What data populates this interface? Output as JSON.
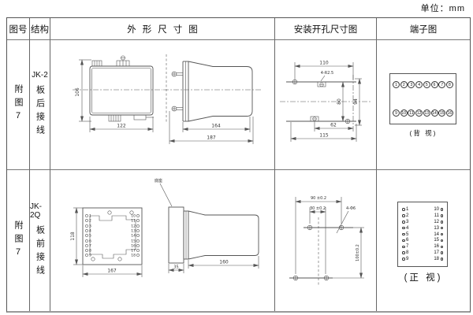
{
  "unit_label": "单位：mm",
  "header": {
    "figure": "图号",
    "structure": "结构",
    "outline": "外形尺寸图",
    "mounting": "安装开孔尺寸图",
    "terminal": "端子图"
  },
  "rows": [
    {
      "figure": "附图7",
      "model": "JK-2",
      "wiring": "板后接线",
      "outline_dims": {
        "height": "106",
        "width": "122",
        "body_depth": "164",
        "total_depth": "187"
      },
      "mounting_dims": {
        "hole_span": "110",
        "hole_note": "4-R2.5",
        "inner_height": "80",
        "outer_height": "94",
        "inner_width": "62",
        "outer_width": "115"
      },
      "terminals": {
        "top": [
          "1",
          "2",
          "3",
          "4",
          "5",
          "6",
          "7",
          "8"
        ],
        "bottom": [
          "9",
          "10",
          "11",
          "12",
          "13",
          "14",
          "15",
          "16"
        ],
        "caption": "(背 视)"
      }
    },
    {
      "figure": "附图7",
      "model": "JK-2Q",
      "wiring": "板前接线",
      "outline_dims": {
        "height": "118",
        "width": "167",
        "base_depth": "35",
        "body_depth": "160",
        "base_label": "底座"
      },
      "mounting_dims": {
        "hole_span": "90 ±0.2",
        "inner_span": "30 ±0.2",
        "hole_note": "4-Φ6",
        "vertical_span": "100±0.2"
      },
      "terminals": {
        "left": [
          "1",
          "2",
          "3",
          "4",
          "5",
          "6",
          "7",
          "8",
          "9"
        ],
        "right": [
          "10",
          "11",
          "12",
          "13",
          "14",
          "15",
          "16",
          "17",
          "18"
        ],
        "caption": "(正 视)"
      }
    }
  ]
}
